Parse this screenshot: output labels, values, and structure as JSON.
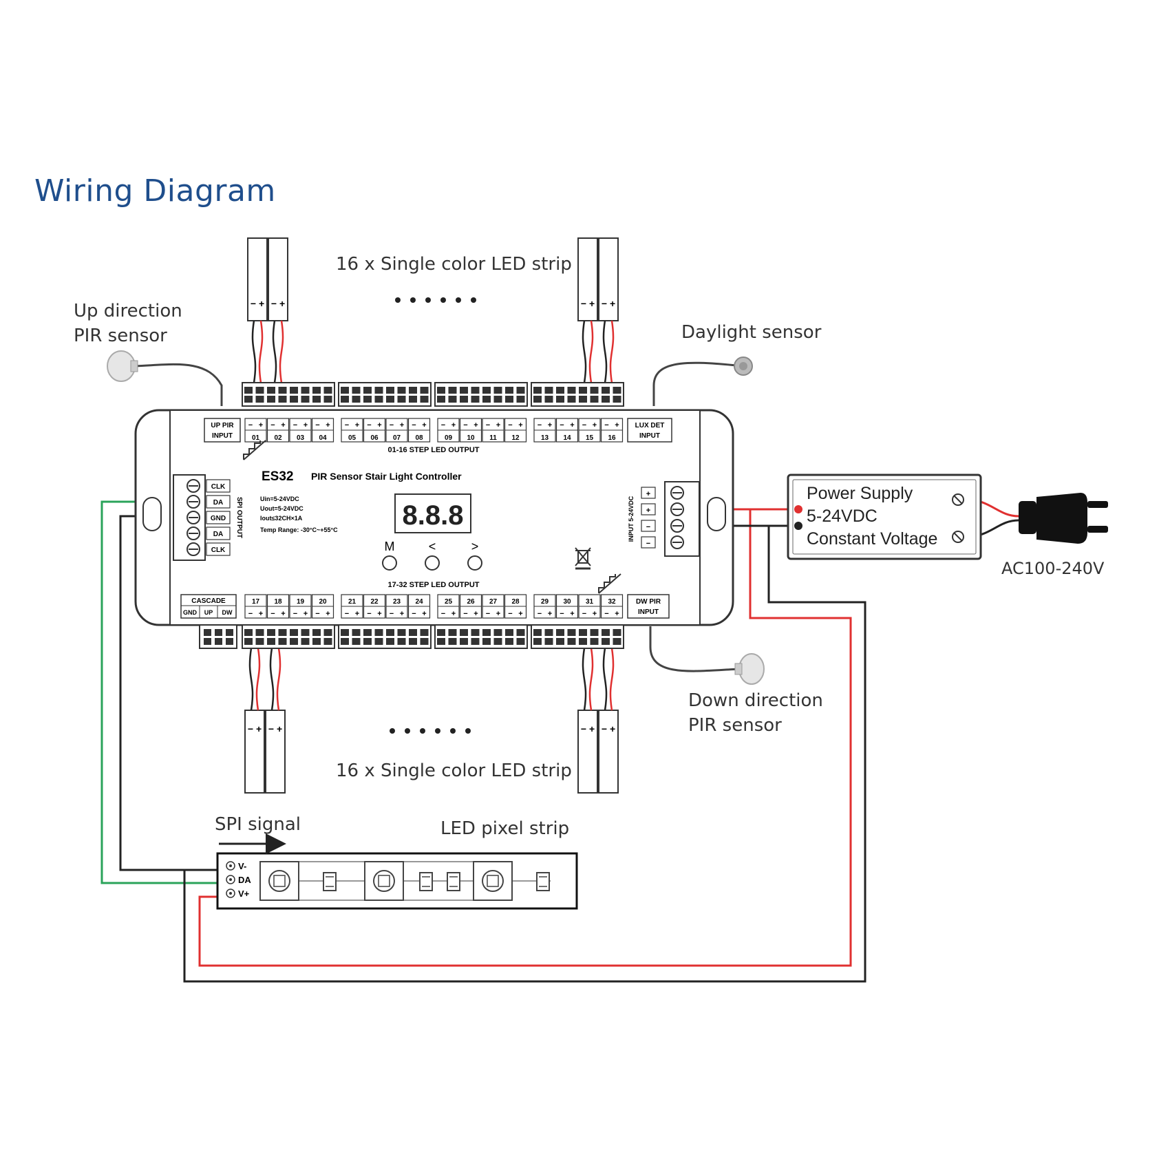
{
  "title": "Wiring Diagram",
  "labels": {
    "led_strip_top": "16 x Single color LED strip",
    "led_strip_bottom": "16 x Single color LED strip",
    "up_pir_l1": "Up direction",
    "up_pir_l2": "PIR sensor",
    "daylight_sensor": "Daylight sensor",
    "down_pir_l1": "Down direction",
    "down_pir_l2": "PIR sensor",
    "ac_input": "AC100-240V",
    "spi_signal": "SPI signal",
    "pixel_strip": "LED pixel strip"
  },
  "power_supply": {
    "line1": "Power Supply",
    "line2": "5-24VDC",
    "line3": "Constant Voltage"
  },
  "controller": {
    "model": "ES32",
    "name": "PIR Sensor Stair Light Controller",
    "spec_uin": "Uin=5-24VDC",
    "spec_uout": "Uout=5-24VDC",
    "spec_iout": "Iout≤32CH×1A",
    "spec_temp": "Temp Range: -30°C~+55°C",
    "display": "8.8.8",
    "btn_m": "M",
    "btn_left": "<",
    "btn_right": ">",
    "top_output_label": "01-16 STEP LED OUTPUT",
    "bottom_output_label": "17-32 STEP LED OUTPUT",
    "up_pir_input": [
      "UP PIR",
      "INPUT"
    ],
    "lux_det_input": [
      "LUX DET",
      "INPUT"
    ],
    "dw_pir_input": [
      "DW PIR",
      "INPUT"
    ],
    "cascade": "CASCADE",
    "cascade_pins": [
      "GND",
      "UP",
      "DW"
    ],
    "spi_output": "SPI OUTPUT",
    "spi_pins": [
      "CLK",
      "DA",
      "GND",
      "DA",
      "CLK"
    ],
    "power_input": "INPUT 5-24VDC",
    "top_channels": [
      "01",
      "02",
      "03",
      "04",
      "05",
      "06",
      "07",
      "08",
      "09",
      "10",
      "11",
      "12",
      "13",
      "14",
      "15",
      "16"
    ],
    "bottom_channels": [
      "17",
      "18",
      "19",
      "20",
      "21",
      "22",
      "23",
      "24",
      "25",
      "26",
      "27",
      "28",
      "29",
      "30",
      "31",
      "32"
    ]
  },
  "pixel_strip_pins": [
    "V-",
    "DA",
    "V+"
  ],
  "colors": {
    "title": "#1f4e8c",
    "wire_red": "#e03030",
    "wire_green": "#2aa35a",
    "wire_black": "#222222"
  }
}
